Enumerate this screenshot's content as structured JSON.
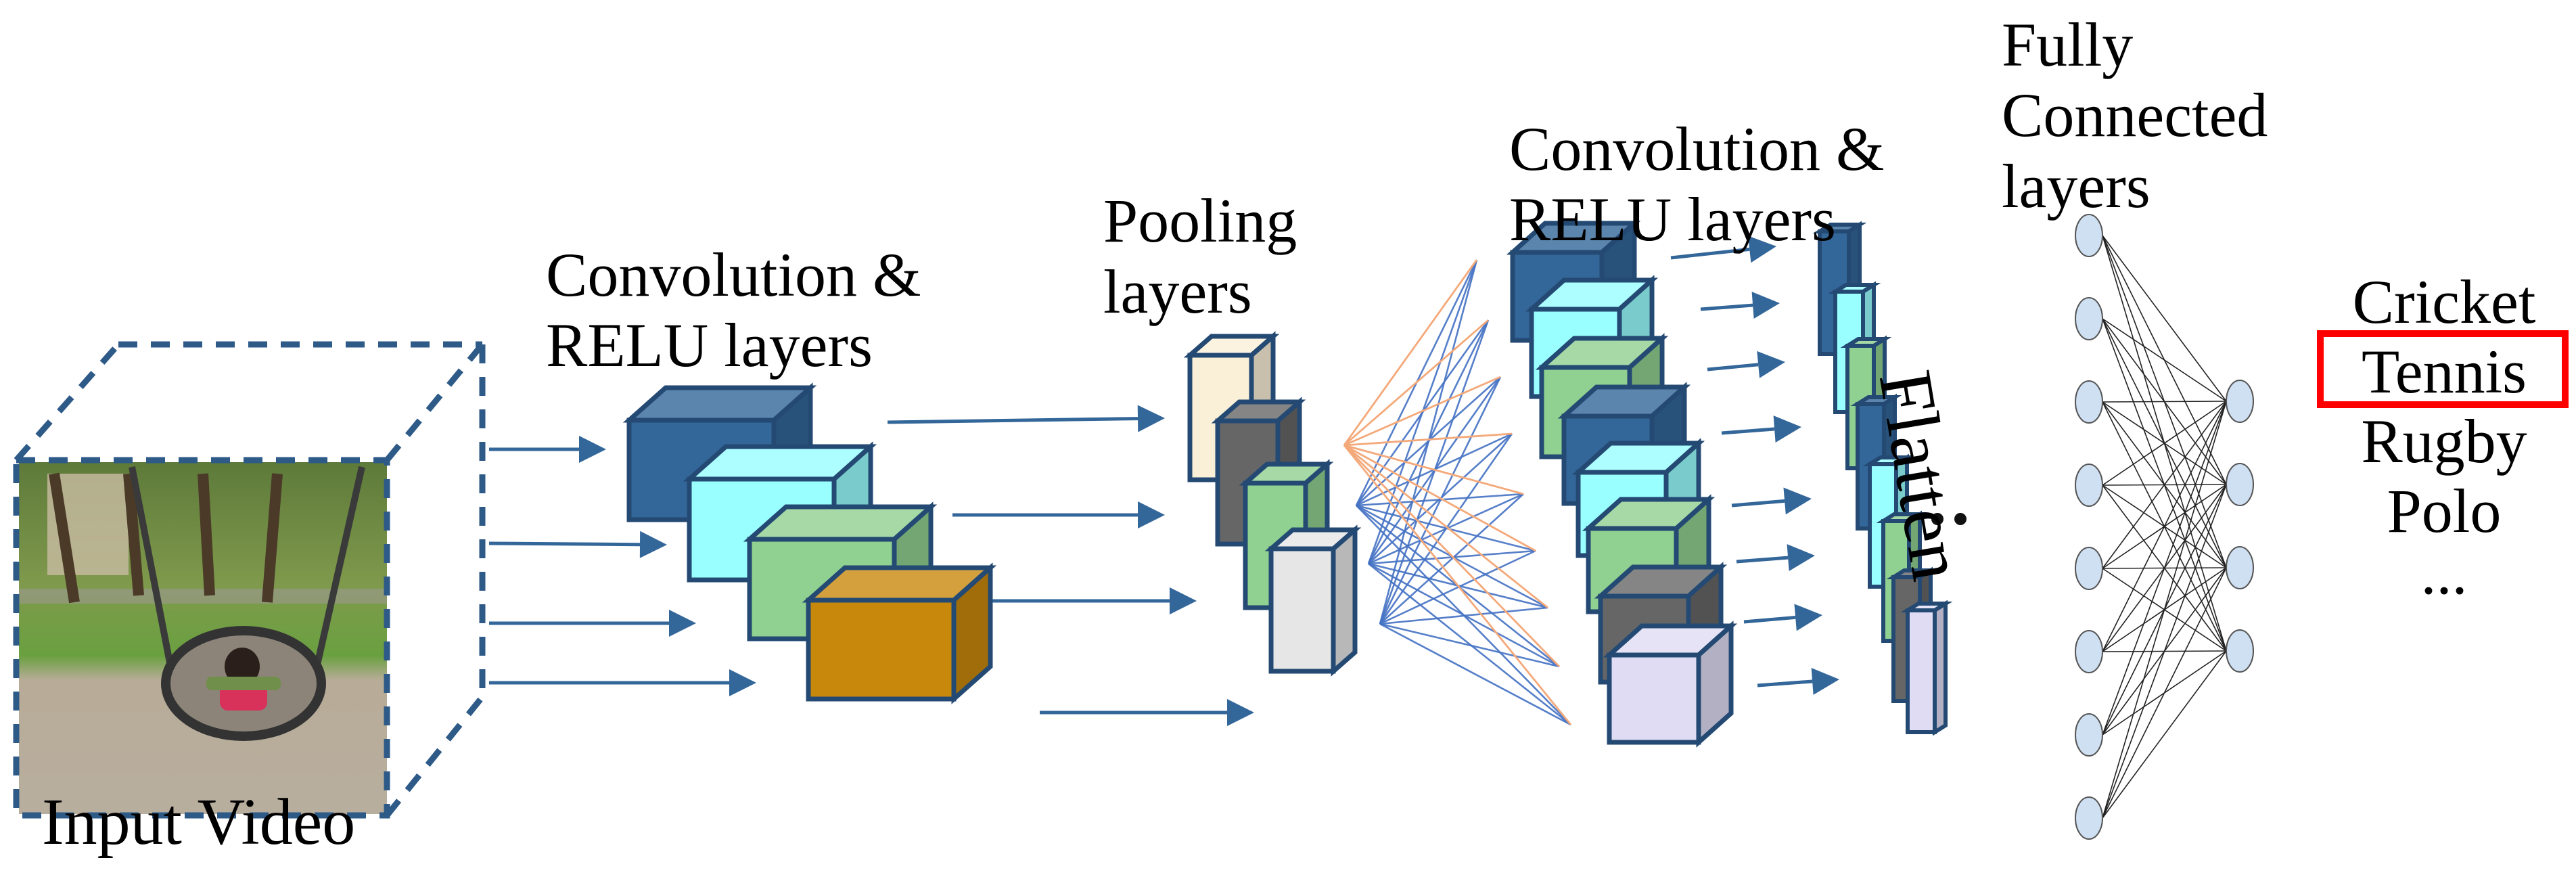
{
  "diagram": {
    "title": "Video classification CNN pipeline",
    "stages": [
      {
        "id": "input",
        "label": "Input Video"
      },
      {
        "id": "conv1",
        "label_lines": [
          "Convolution &",
          "RELU layers"
        ]
      },
      {
        "id": "pool",
        "label_lines": [
          "Pooling",
          "layers"
        ]
      },
      {
        "id": "conv2",
        "label_lines": [
          "Convolution &",
          "RELU layers"
        ]
      },
      {
        "id": "flatten",
        "label": "Flatten",
        "ellipsis": "‥"
      },
      {
        "id": "fc",
        "label_lines": [
          "Fully",
          "Connected",
          "layers"
        ]
      }
    ],
    "input_frame": {
      "description": "photo of a child on a nest swing in a park",
      "icon": "video-frame-photo"
    },
    "feature_maps": {
      "conv1": [
        "#336699",
        "#99ffff",
        "#90d090",
        "#c8880c"
      ],
      "pool": [
        "#faf0d8",
        "#666666",
        "#90d090",
        "#e6e6e6"
      ],
      "conv2": [
        "#336699",
        "#99ffff",
        "#90d090",
        "#336699",
        "#99ffff",
        "#90d090",
        "#666666",
        "#e0dcf4"
      ],
      "flatten": [
        "#336699",
        "#99ffff",
        "#90d090",
        "#336699",
        "#99ffff",
        "#90d090",
        "#666666",
        "#e0dcf4"
      ]
    },
    "connection_net": {
      "left_nodes": 4,
      "right_nodes": 9,
      "highlight_color": "#f4a97a",
      "line_color": "#4472c4"
    },
    "fc_net": {
      "input_nodes": 8,
      "output_nodes": 4,
      "node_fill": "#cfe0f3"
    },
    "outputs": {
      "classes": [
        "Cricket",
        "Tennis",
        "Rugby",
        "Polo"
      ],
      "more": "...",
      "selected": "Tennis",
      "selected_color": "#ff0000"
    },
    "colors": {
      "outline": "#244a74",
      "arrow": "#336699"
    }
  }
}
